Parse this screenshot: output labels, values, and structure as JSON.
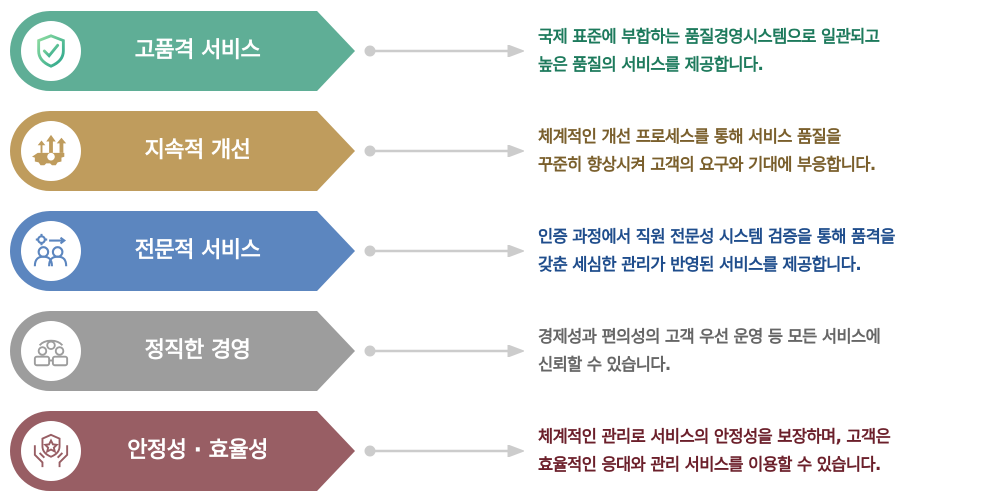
{
  "items": [
    {
      "title": "고품격 서비스",
      "icon": "shield-check-icon",
      "color": "#5fae96",
      "text_color": "#1d7a5c",
      "lines": [
        "국제 표준에 부합하는 품질경영시스템으로 일관되고",
        "높은 품질의 서비스를 제공합니다."
      ]
    },
    {
      "title": "지속적 개선",
      "icon": "gear-arrows-up-icon",
      "color": "#bf9c5d",
      "text_color": "#7a5f2c",
      "lines": [
        "체계적인 개선 프로세스를 통해 서비스 품질을",
        "꾸준히 향상시켜 고객의 요구와 기대에 부응합니다."
      ]
    },
    {
      "title": "전문적 서비스",
      "icon": "team-tools-icon",
      "color": "#5c86bf",
      "text_color": "#1f4d8c",
      "lines": [
        "인증 과정에서 직원 전문성 시스템 검증을 통해 품격을",
        "갖춘 세심한 관리가 반영된 서비스를 제공합니다."
      ]
    },
    {
      "title": "정직한 경영",
      "icon": "people-cycle-icon",
      "color": "#9d9d9d",
      "text_color": "#666666",
      "lines": [
        "경제성과 편의성의 고객 우선 운영 등 모든 서비스에",
        "신뢰할 수 있습니다."
      ]
    },
    {
      "title": "안정성 · 효율성",
      "icon": "hands-shield-star-icon",
      "color": "#985e64",
      "text_color": "#6b1f2a",
      "lines": [
        "체계적인 관리로 서비스의 안정성을 보장하며, 고객은",
        "효율적인 응대와 관리 서비스를 이용할 수 있습니다."
      ]
    }
  ],
  "connector_color": "#cccccc"
}
